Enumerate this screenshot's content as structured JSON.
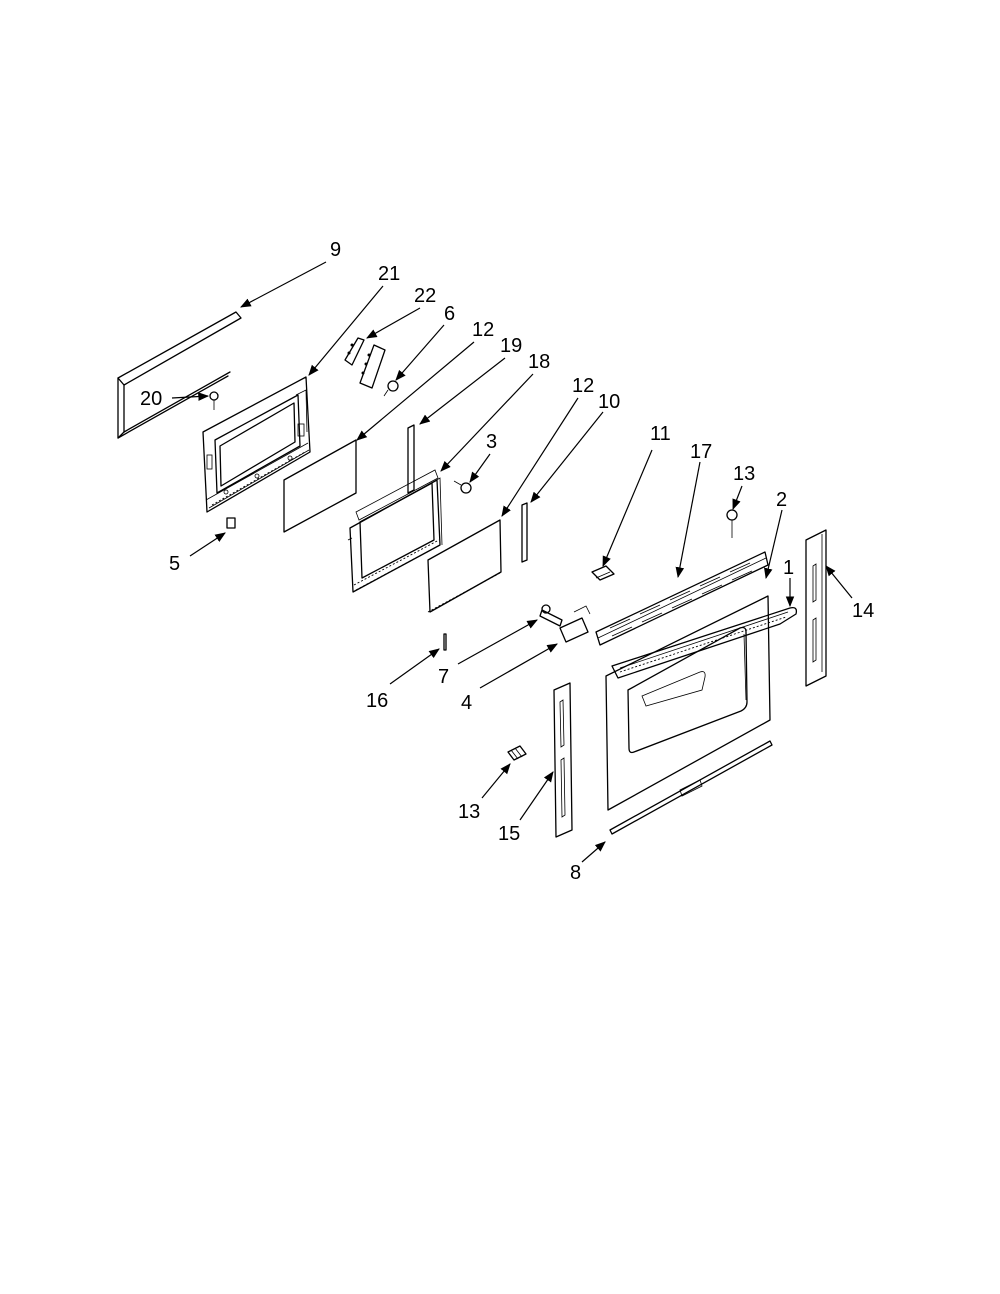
{
  "diagram": {
    "callouts": [
      {
        "id": "c9",
        "label": "9"
      },
      {
        "id": "c21",
        "label": "21"
      },
      {
        "id": "c22",
        "label": "22"
      },
      {
        "id": "c6",
        "label": "6"
      },
      {
        "id": "c12a",
        "label": "12"
      },
      {
        "id": "c19",
        "label": "19"
      },
      {
        "id": "c18",
        "label": "18"
      },
      {
        "id": "c12b",
        "label": "12"
      },
      {
        "id": "c10",
        "label": "10"
      },
      {
        "id": "c20",
        "label": "20"
      },
      {
        "id": "c3",
        "label": "3"
      },
      {
        "id": "c11",
        "label": "11"
      },
      {
        "id": "c17",
        "label": "17"
      },
      {
        "id": "c13a",
        "label": "13"
      },
      {
        "id": "c2",
        "label": "2"
      },
      {
        "id": "c1",
        "label": "1"
      },
      {
        "id": "c14",
        "label": "14"
      },
      {
        "id": "c5",
        "label": "5"
      },
      {
        "id": "c7",
        "label": "7"
      },
      {
        "id": "c4",
        "label": "4"
      },
      {
        "id": "c16",
        "label": "16"
      },
      {
        "id": "c13b",
        "label": "13"
      },
      {
        "id": "c15",
        "label": "15"
      },
      {
        "id": "c8",
        "label": "8"
      }
    ]
  }
}
